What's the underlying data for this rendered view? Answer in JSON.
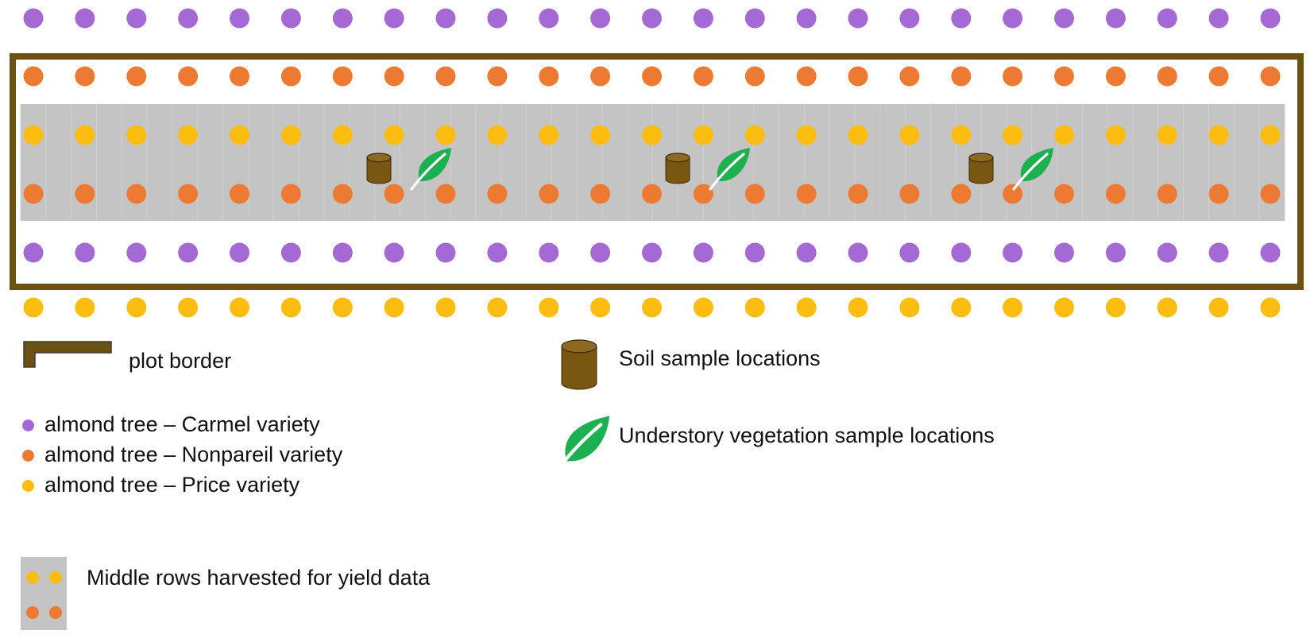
{
  "colors": {
    "carmel": "#a569d6",
    "nonpareil": "#ec7a32",
    "price": "#fdbd10",
    "plot_border": "#6b5112",
    "harvest_band": "#c4c4c4",
    "soil": "#7a5710",
    "leaf": "#1cb050"
  },
  "icons": {
    "soil": "soil-sample-cylinder-icon",
    "leaf": "leaf-icon",
    "plot_border": "plot-border-icon"
  },
  "layout": {
    "trees_per_row": 25,
    "row_varieties": [
      "carmel",
      "nonpareil",
      "price",
      "nonpareil",
      "carmel",
      "price"
    ],
    "harvested_rows": [
      "price",
      "nonpareil"
    ],
    "sample_site_count": 3
  },
  "legend": {
    "plot_border": "plot border",
    "carmel": "almond tree – Carmel variety",
    "nonpareil": "almond tree – Nonpareil variety",
    "price": "almond tree – Price variety",
    "middle_rows": "Middle rows harvested for yield data",
    "soil": "Soil sample locations",
    "understory": "Understory vegetation sample locations"
  }
}
